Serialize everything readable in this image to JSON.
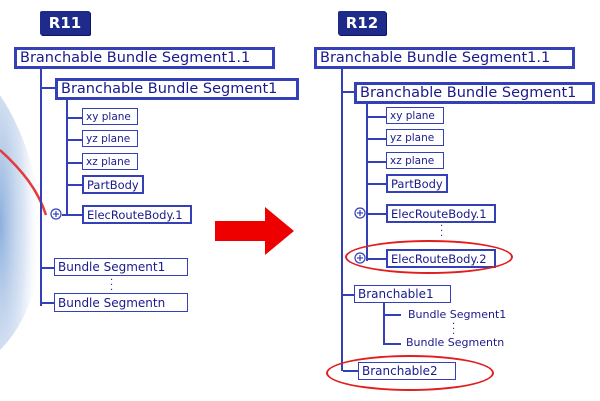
{
  "colors": {
    "header_bg": "#1e2b8a",
    "node_border": "#3340b8",
    "node_text": "#1a1a8c",
    "highlight": "#e21d1d",
    "arrow": "#ee0000"
  },
  "left": {
    "version_label": "R11",
    "root": "Branchable Bundle Segment1.1",
    "child": "Branchable Bundle Segment1",
    "items": [
      "xy plane",
      "yz plane",
      "xz plane",
      "PartBody",
      "ElecRouteBody.1"
    ],
    "bundle_first": "Bundle Segment1",
    "bundle_last": "Bundle Segmentn"
  },
  "right": {
    "version_label": "R12",
    "root": "Branchable Bundle Segment1.1",
    "child": "Branchable Bundle Segment1",
    "items": [
      "xy plane",
      "yz plane",
      "xz plane",
      "PartBody",
      "ElecRouteBody.1"
    ],
    "elec_new": "ElecRouteBody.2",
    "branchable1": "Branchable1",
    "bundle_first": "Bundle Segment1",
    "bundle_last": "Bundle Segmentn",
    "branchable2": "Branchable2"
  },
  "icons": {
    "expander": "plus-expander-icon",
    "transition": "right-arrow-icon"
  }
}
